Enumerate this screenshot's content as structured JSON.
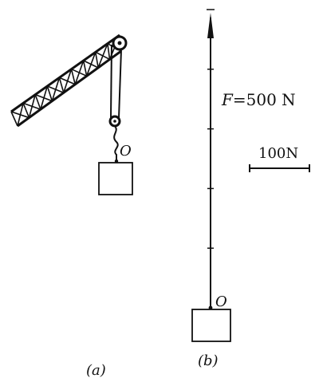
{
  "panel_a": {
    "caption": "(a)",
    "point_label": "O"
  },
  "panel_b": {
    "caption": "(b)",
    "point_label": "O",
    "force_symbol": "F",
    "force_value": "=500 N",
    "scale_label": "100N",
    "force_newtons": 500,
    "scale_unit_newtons": 100
  },
  "colors": {
    "ink": "#111111",
    "paper": "#ffffff"
  }
}
